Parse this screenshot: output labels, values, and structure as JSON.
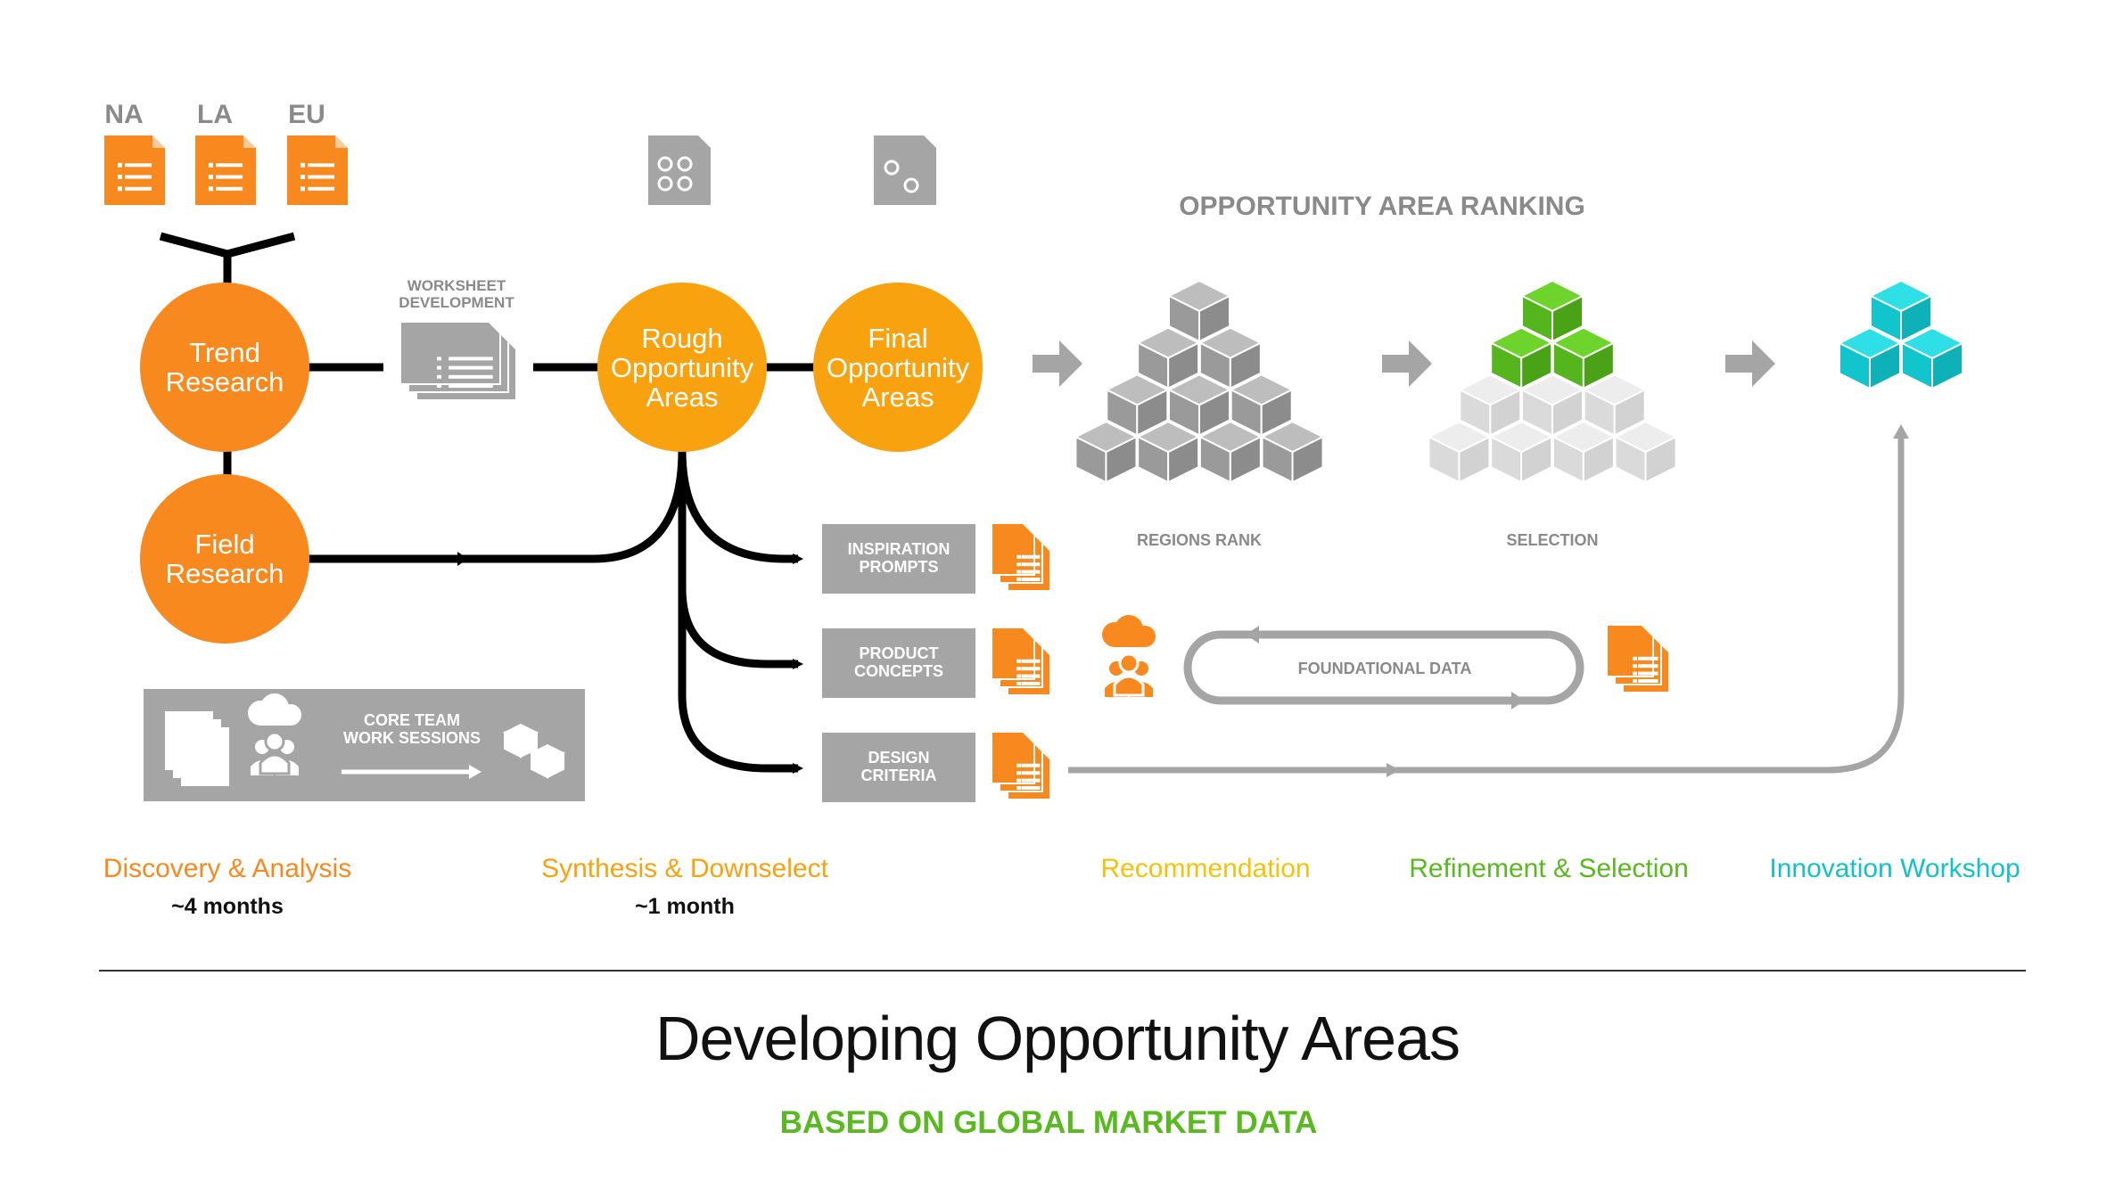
{
  "regions": [
    "NA",
    "LA",
    "EU"
  ],
  "nodes": {
    "trend_research": [
      "Trend",
      "Research"
    ],
    "field_research": [
      "Field",
      "Research"
    ],
    "rough_areas": [
      "Rough",
      "Opportunity",
      "Areas"
    ],
    "final_areas": [
      "Final",
      "Opportunity",
      "Areas"
    ]
  },
  "worksheet_label": [
    "WORKSHEET",
    "DEVELOPMENT"
  ],
  "core_team_label": [
    "CORE TEAM",
    "WORK SESSIONS"
  ],
  "outputs": {
    "inspiration": [
      "INSPIRATION",
      "PROMPTS"
    ],
    "product": [
      "PRODUCT",
      "CONCEPTS"
    ],
    "design": [
      "DESIGN",
      "CRITERIA"
    ]
  },
  "ranking": {
    "title": "OPPORTUNITY AREA RANKING",
    "regions_rank": "REGIONS RANK",
    "selection": "SELECTION"
  },
  "foundational_data": "FOUNDATIONAL DATA",
  "phases": [
    {
      "label": "Discovery & Analysis",
      "duration": "~4 months",
      "color": "#f7891f"
    },
    {
      "label": "Synthesis & Downselect",
      "duration": "~1 month",
      "color": "#f9a20f"
    },
    {
      "label": "Recommendation",
      "duration": "",
      "color": "#f4c20d"
    },
    {
      "label": "Refinement & Selection",
      "duration": "",
      "color": "#5ab820"
    },
    {
      "label": "Innovation Workshop",
      "duration": "",
      "color": "#13c1c9"
    }
  ],
  "title": "Developing Opportunity Areas",
  "subtitle": "BASED ON GLOBAL MARKET DATA",
  "colors": {
    "orange": "#f7891f",
    "amber": "#f9a20f",
    "gray": "#a5a5a5",
    "label_gray": "#8a8a8a",
    "green": "#5ab820",
    "teal": "#13c1c9"
  }
}
